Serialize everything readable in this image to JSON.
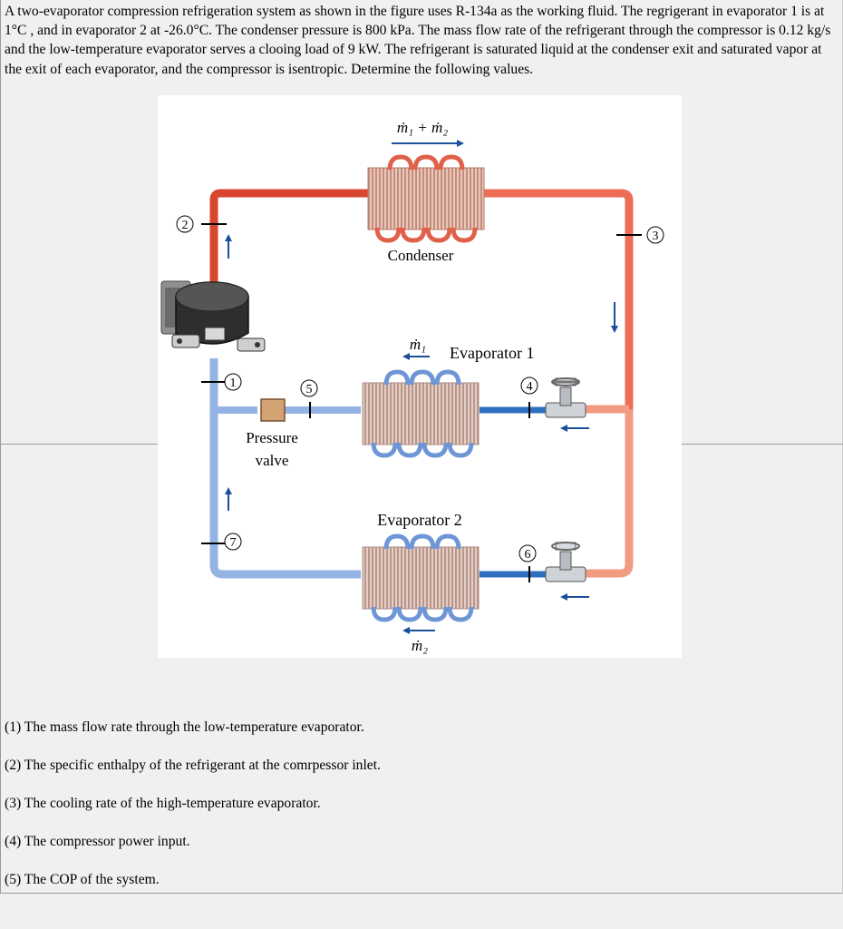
{
  "problem": {
    "statement": "A two-evaporator compression refrigeration system as shown in the figure uses R-134a as the working fluid. The regrigerant in evaporator 1 is at 1°C , and in evaporator 2 at -26.0°C. The condenser pressure is 800 kPa. The mass flow rate of the refrigerant through the compressor is 0.12 kg/s and the low-temperature evaporator serves a clooing load of 9 kW. The refrigerant is saturated liquid at the condenser exit and saturated vapor at the exit of each evaporator, and the compressor is isentropic. Determine the following values."
  },
  "figure": {
    "flow_total": "ṁ₁ + ṁ₂",
    "flow_1": "ṁ₁",
    "flow_2": "ṁ₂",
    "condenser_label": "Condenser",
    "evaporator1_label": "Evaporator 1",
    "evaporator2_label": "Evaporator 2",
    "pressure_valve_line1": "Pressure",
    "pressure_valve_line2": "valve",
    "state_1": "1",
    "state_2": "2",
    "state_3": "3",
    "state_4": "4",
    "state_5": "5",
    "state_6": "6",
    "state_7": "7",
    "colors": {
      "hot_pipe": "#e8503a",
      "warm_pipe": "#f0937a",
      "cold_pipe": "#8fb0e0",
      "liquid_pipe": "#2f6fc0",
      "arrow": "#1a4f9c"
    }
  },
  "questions": [
    "(1) The mass flow rate through the low-temperature evaporator.",
    "(2) The specific enthalpy of the refrigerant at the comrpessor inlet.",
    "(3) The cooling rate of the high-temperature evaporator.",
    "(4) The compressor power input.",
    "(5) The COP of the system."
  ]
}
